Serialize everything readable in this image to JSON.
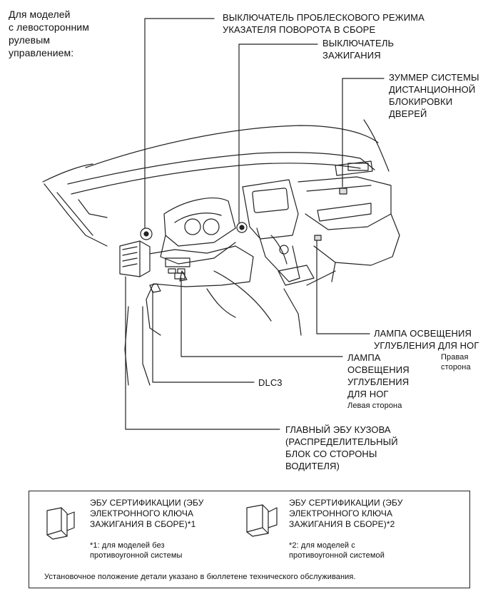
{
  "header": {
    "models_note": "Для моделей\nс левосторонним\nрулевым\nуправлением:"
  },
  "callouts": {
    "hazard_switch": "ВЫКЛЮЧАТЕЛЬ ПРОБЛЕСКОВОГО РЕЖИМА\nУКАЗАТЕЛЯ ПОВОРОТА В СБОРЕ",
    "ignition_switch": "ВЫКЛЮЧАТЕЛЬ\nЗАЖИГАНИЯ",
    "door_buzzer": "ЗУММЕР СИСТЕМЫ\nДИСТАНЦИОННОЙ\nБЛОКИРОВКИ\nДВЕРЕЙ",
    "foot_lamp_right": "ЛАМПА ОСВЕЩЕНИЯ\nУГЛУБЛЕНИЯ ДЛЯ НОГ",
    "foot_lamp_right_side": "Правая\nсторона",
    "foot_lamp_left": "ЛАМПА\nОСВЕЩЕНИЯ\nУГЛУБЛЕНИЯ\nДЛЯ НОГ",
    "foot_lamp_left_side": "Левая сторона",
    "dlc3": "DLC3",
    "main_body_ecu": "ГЛАВНЫЙ ЭБУ КУЗОВА\n(РАСПРЕДЕЛИТЕЛЬНЫЙ\nБЛОК СО СТОРОНЫ\nВОДИТЕЛЯ)"
  },
  "legend_box": {
    "ecu1_title": "ЭБУ СЕРТИФИКАЦИИ (ЭБУ\nЭЛЕКТРОННОГО КЛЮЧА\nЗАЖИГАНИЯ В СБОРЕ)*1",
    "ecu1_note": "*1: для моделей без\nпротивоугонной системы",
    "ecu2_title": "ЭБУ СЕРТИФИКАЦИИ (ЭБУ\nЭЛЕКТРОННОГО КЛЮЧА\nЗАЖИГАНИЯ В СБОРЕ)*2",
    "ecu2_note": "*2: для моделей с\nпротивоугонной системой",
    "footer": "Установочное положение детали указано в бюллетене технического обслуживания."
  }
}
